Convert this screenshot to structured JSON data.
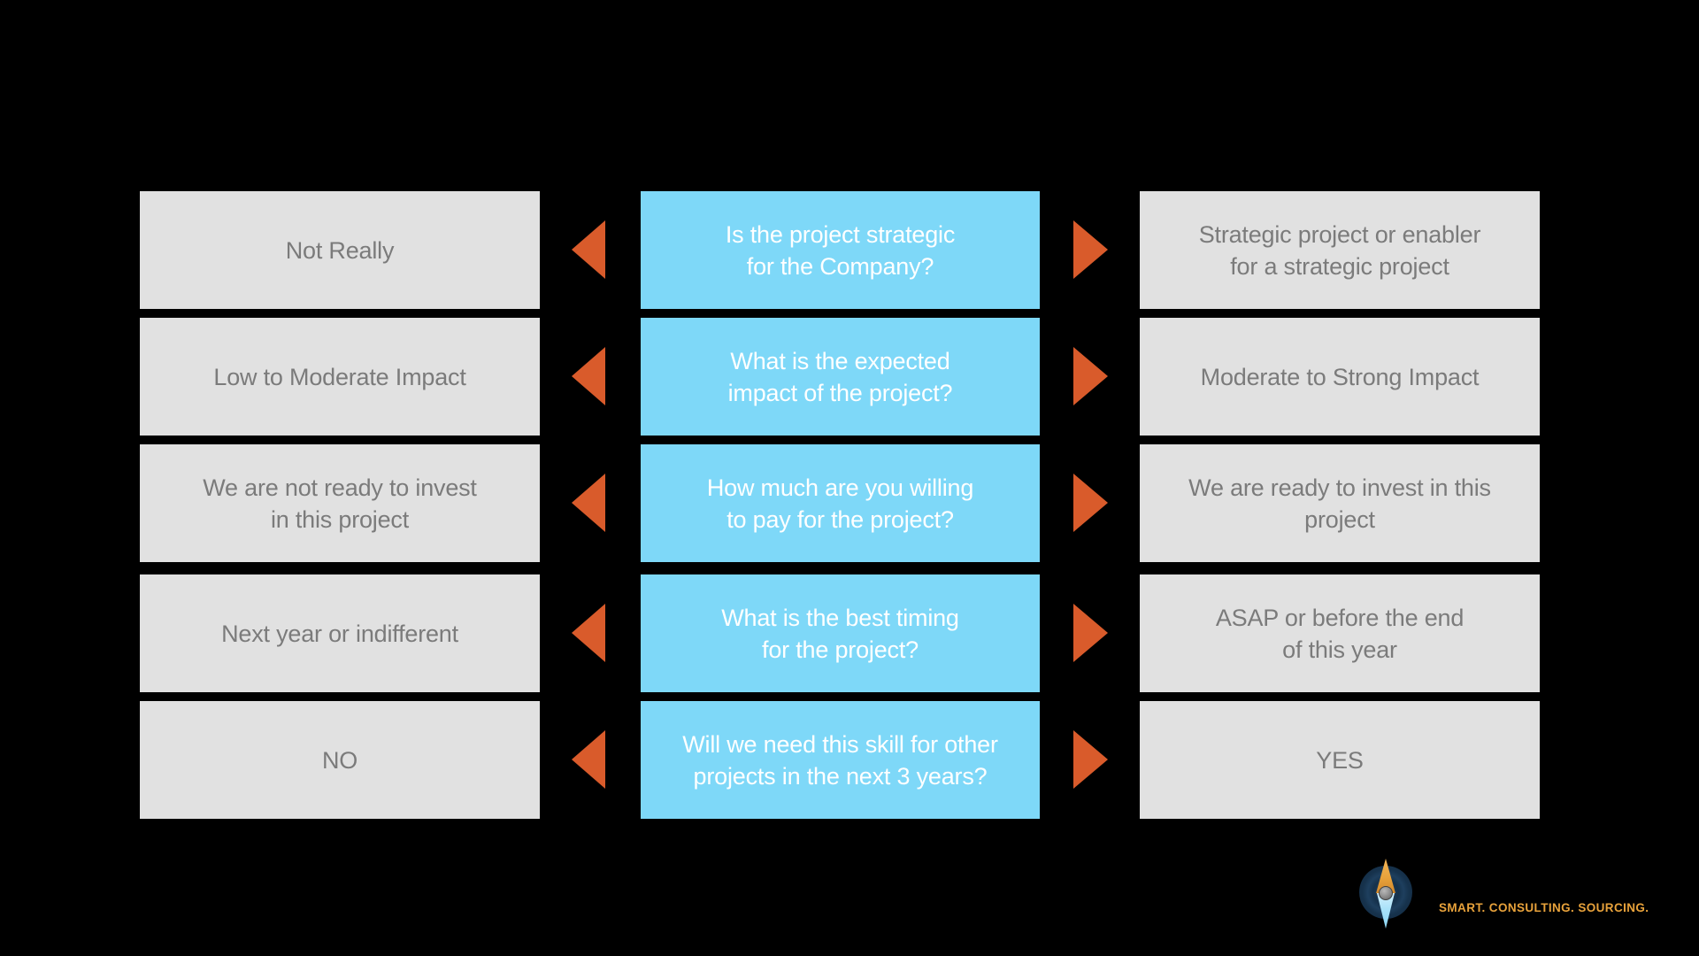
{
  "colors": {
    "background": "#000000",
    "box_gray": "#E1E1E1",
    "box_blue": "#7ED8F8",
    "text_gray": "#7B7B7B",
    "text_white": "#FFFFFF",
    "arrow_orange": "#D95B2B",
    "logo_navy": "#18324B",
    "logo_gold": "#E8A23B",
    "logo_lightblue": "#A9E2F9"
  },
  "rows": [
    {
      "left": "Not Really",
      "question": "Is the project strategic\nfor the Company?",
      "right": "Strategic project or enabler\nfor a strategic project"
    },
    {
      "left": "Low to Moderate Impact",
      "question": "What is the expected\nimpact of the project?",
      "right": "Moderate to Strong Impact"
    },
    {
      "left": "We are not ready to invest\nin this project",
      "question": "How much are you willing\nto pay for the project?",
      "right": "We are ready to invest in this\nproject"
    },
    {
      "left": "Next year or indifferent",
      "question": "What is the best timing\nfor the project?",
      "right": "ASAP or before the end\nof this year"
    },
    {
      "left": "NO",
      "question": "Will we need this skill for other\nprojects  in the next 3 years?",
      "right": "YES"
    }
  ],
  "icons": {
    "negative_arrow": "left-triangle-arrow",
    "positive_arrow": "right-triangle-arrow",
    "logo": "compass-icon"
  },
  "logo": {
    "tagline": "SMART. CONSULTING. SOURCING."
  }
}
